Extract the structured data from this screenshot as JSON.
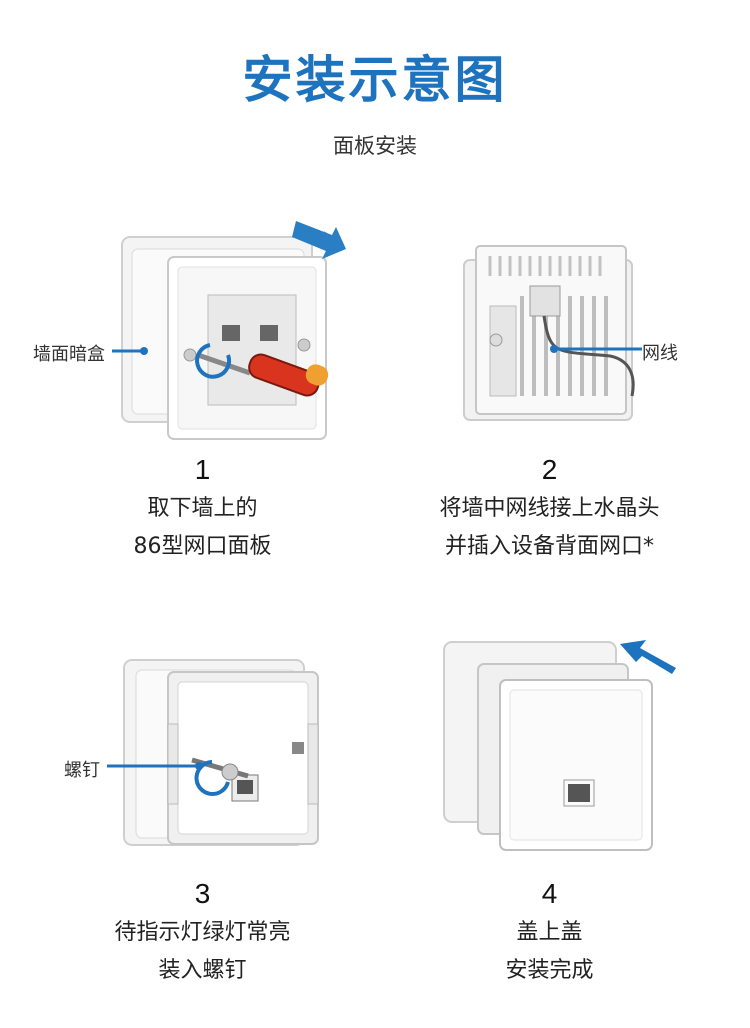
{
  "title": "安装示意图",
  "subtitle": "面板安装",
  "accent_color": "#1e73be",
  "steps": [
    {
      "number": "1",
      "line1": "取下墙上的",
      "line2": "86型网口面板",
      "callout": "墙面暗盒"
    },
    {
      "number": "2",
      "line1": "将墙中网线接上水晶头",
      "line2": "并插入设备背面网口*",
      "callout": "网线"
    },
    {
      "number": "3",
      "line1": "待指示灯绿灯常亮",
      "line2": "装入螺钉",
      "callout": "螺钉"
    },
    {
      "number": "4",
      "line1": "盖上盖",
      "line2": "安装完成"
    }
  ]
}
